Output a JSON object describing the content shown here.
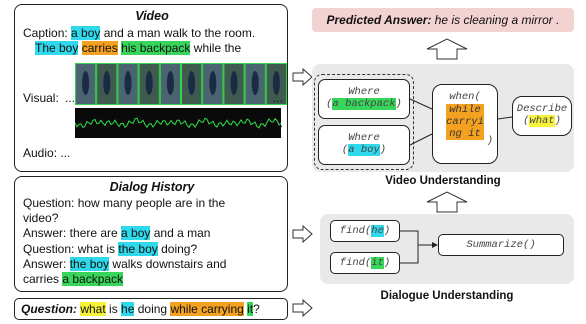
{
  "video": {
    "title": "Video",
    "caption_label": "Caption:",
    "caption_part1": "a boy",
    "caption_part2": " and a man walk to the room.",
    "caption_part3": "The boy",
    "caption_part4": "carries",
    "caption_part5": "his backpack",
    "caption_part6": " while the",
    "visual_label": "Visual:",
    "visual_dots_left": "...",
    "visual_dots_right": "...",
    "audio_label": "Audio: ...",
    "audio_dots_right": "..."
  },
  "dialog": {
    "title": "Dialog History",
    "q1a": "Question: how ",
    "q1b": "many people are in the",
    "q1c": "video?",
    "a1_label": "Answer: there are ",
    "a1_hl": "a boy",
    "a1_rest": " and a man",
    "q2_label": "Question: what is ",
    "q2_hl": "the boy",
    "q2_rest": " doing?",
    "a2_label": "Answer: ",
    "a2_hl": "the boy",
    "a2_rest": " walks downstairs and",
    "a2b_label": "carries ",
    "a2b_hl": "a backpack"
  },
  "question": {
    "label": "Question:",
    "w1": "what",
    "w2": " is ",
    "w3": "he",
    "w4": " doing ",
    "w5": "while carrying",
    "w6": " ",
    "w7": "it",
    "w8": "?"
  },
  "answer": {
    "label": "Predicted Answer:",
    "text": " he is cleaning a mirror ."
  },
  "video_understanding": {
    "label": "Video Understanding",
    "where1_op": "Where",
    "where1_arg": "a backpack",
    "where2_op": "Where",
    "where2_arg": "a boy",
    "when_op": "when(",
    "when_lines": [
      "while",
      "carryi",
      "ng it"
    ],
    "when_close": ")",
    "describe_op": "Describe",
    "describe_arg": "what"
  },
  "dialogue_understanding": {
    "label": "Dialogue Understanding",
    "find1_op": "find(",
    "find1_arg": "he",
    "find2_op": "find(",
    "find2_arg": "it",
    "summarize": "Summarize()"
  },
  "colors": {
    "cyan": "#2fd8ea",
    "orange": "#f4a020",
    "green": "#37d65a",
    "yellow": "#f7f33a",
    "answer_bg": "#f3d2d2",
    "panel_bg": "#e9e9e9"
  }
}
